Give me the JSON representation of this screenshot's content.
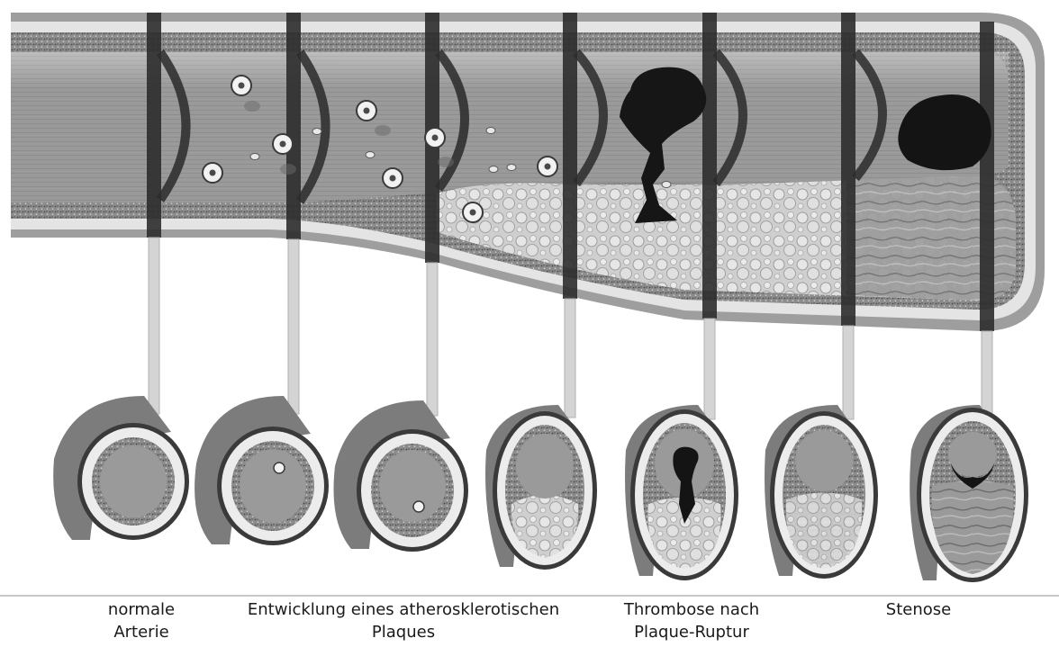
{
  "captions": [
    {
      "line1": "normale",
      "line2": "Arterie"
    },
    {
      "line1": "Entwicklung eines atherosklerotischen",
      "line2": "Plaques"
    },
    {
      "line1": "Thrombose nach",
      "line2": "Plaque-Ruptur"
    },
    {
      "line1": "Stenose",
      "line2": ""
    }
  ],
  "stages": [
    {
      "stage": "normal",
      "plaque": "none",
      "thrombus": false
    },
    {
      "stage": "early",
      "plaque": "none",
      "thrombus": false
    },
    {
      "stage": "early",
      "plaque": "small",
      "thrombus": false
    },
    {
      "stage": "plaque",
      "plaque": "medium",
      "thrombus": false
    },
    {
      "stage": "rupture",
      "plaque": "large",
      "thrombus": true
    },
    {
      "stage": "plaque",
      "plaque": "large",
      "thrombus": false
    },
    {
      "stage": "stenosis",
      "plaque": "fibrous",
      "thrombus": true
    }
  ],
  "colors": {
    "background": "#ffffff",
    "wall": "#8c8c8c",
    "intima": "#b0b0b0",
    "lumen": "#9a9a9a",
    "plaque": "#d8d8d8",
    "thrombus": "#1a1a1a",
    "text": "#1a1a1a"
  }
}
